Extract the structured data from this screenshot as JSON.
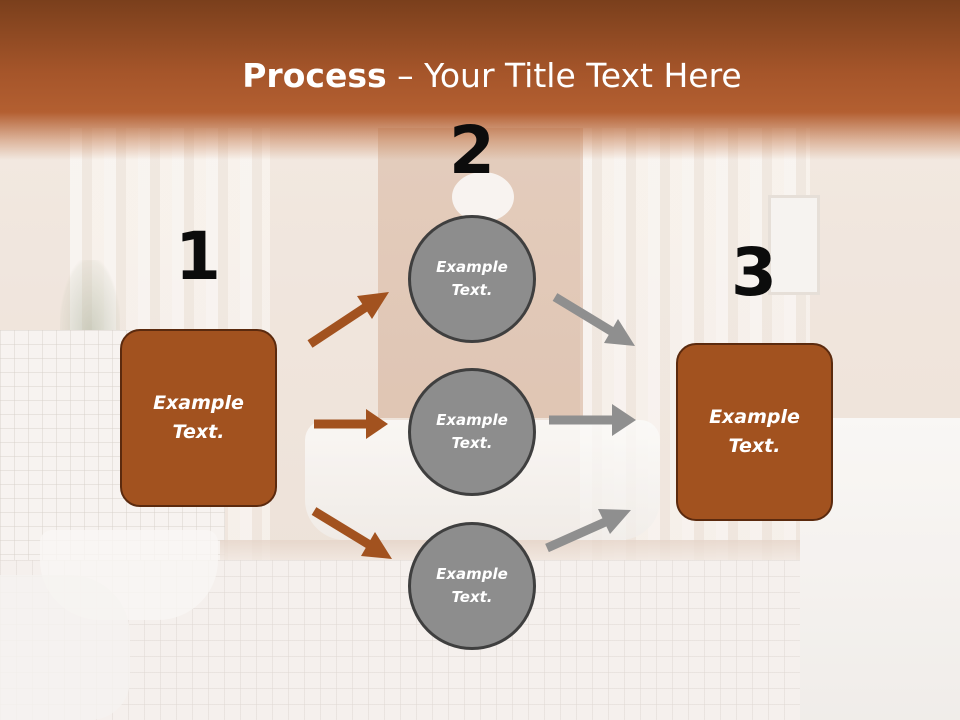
{
  "slide": {
    "title_bold": "Process",
    "title_rest": " – Your Title Text Here",
    "steps": [
      {
        "number": "1",
        "text_line1": "Example",
        "text_line2": "Text."
      },
      {
        "number": "2"
      },
      {
        "number": "3",
        "text_line1": "Example",
        "text_line2": "Text."
      }
    ],
    "circles": [
      {
        "line1": "Example",
        "line2": "Text."
      },
      {
        "line1": "Example",
        "line2": "Text."
      },
      {
        "line1": "Example",
        "line2": "Text."
      }
    ]
  },
  "colors": {
    "accent_brown": "#a2521f",
    "box_border": "#5b2a0e",
    "arrow_brown": "#a2521f",
    "arrow_gray": "#8f8f8f",
    "circle_fill": "#8d8d8d"
  }
}
